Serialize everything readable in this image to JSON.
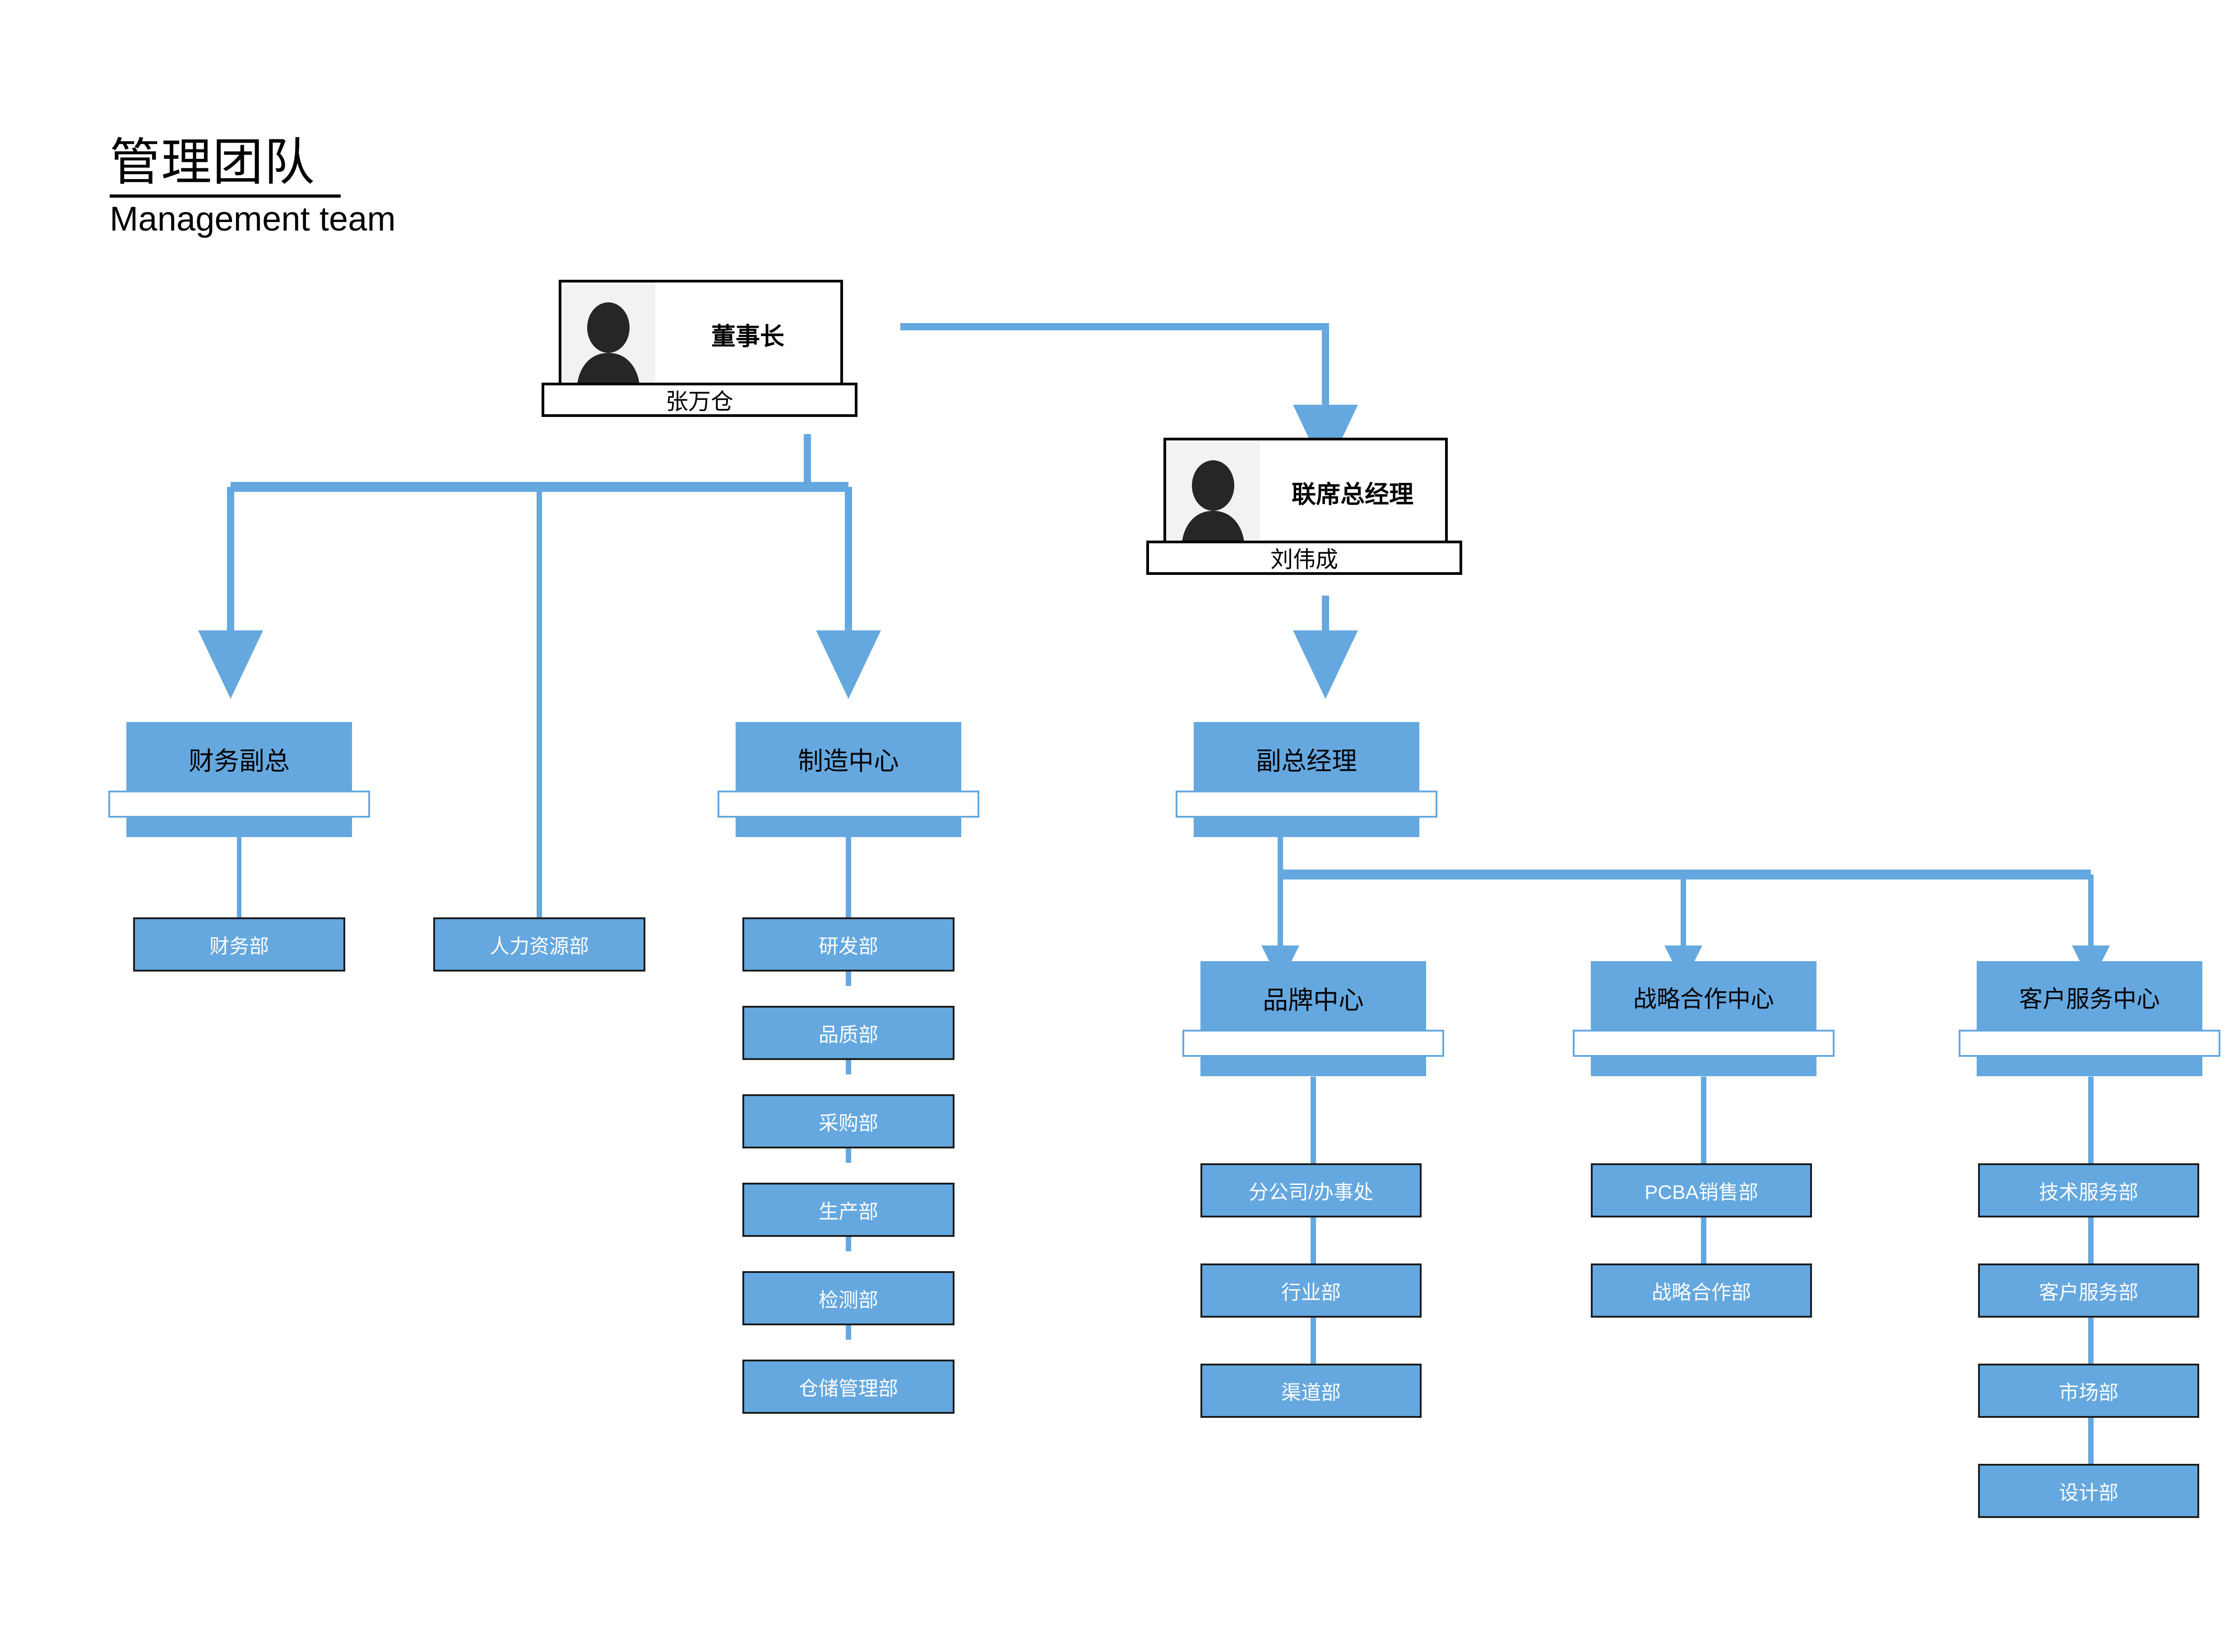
{
  "header": {
    "title_cn": "管理团队",
    "title_en": "Management team"
  },
  "colors": {
    "accent_blue": "#65A8DF",
    "box_border": "#1a1a1a",
    "card_border": "#000000",
    "photo_bg": "#f2f2f2",
    "text_dark": "#000000",
    "text_light": "#ffffff"
  },
  "chart_data": {
    "type": "org-chart",
    "title": "管理团队",
    "subtitle": "Management team",
    "nodes": [
      {
        "id": "chairman",
        "title": "董事长",
        "name": "张万仓",
        "kind": "person"
      },
      {
        "id": "cogm",
        "title": "联席总经理",
        "name": "刘伟成",
        "kind": "person"
      },
      {
        "id": "cfo",
        "title": "财务副总",
        "kind": "center"
      },
      {
        "id": "mfg",
        "title": "制造中心",
        "kind": "center"
      },
      {
        "id": "dgm",
        "title": "副总经理",
        "kind": "center"
      },
      {
        "id": "brand",
        "title": "品牌中心",
        "kind": "center"
      },
      {
        "id": "strategy",
        "title": "战略合作中心",
        "kind": "center"
      },
      {
        "id": "service",
        "title": "客户服务中心",
        "kind": "center"
      },
      {
        "id": "hr",
        "title": "人力资源部",
        "kind": "dept"
      }
    ],
    "edges": [
      {
        "from": "chairman",
        "to": "cogm",
        "arrow": true
      },
      {
        "from": "chairman",
        "to": "cfo",
        "arrow": true
      },
      {
        "from": "chairman",
        "to": "hr",
        "arrow": false
      },
      {
        "from": "chairman",
        "to": "mfg",
        "arrow": true
      },
      {
        "from": "cogm",
        "to": "dgm",
        "arrow": true
      },
      {
        "from": "dgm",
        "to": "brand",
        "arrow": true
      },
      {
        "from": "dgm",
        "to": "strategy",
        "arrow": true
      },
      {
        "from": "dgm",
        "to": "service",
        "arrow": true
      }
    ]
  },
  "executives": [
    {
      "title": "董事长",
      "name": "张万仓",
      "photo_icon": "person-avatar-icon"
    },
    {
      "title": "联席总经理",
      "name": "刘伟成",
      "photo_icon": "person-avatar-icon"
    }
  ],
  "centers": [
    {
      "title": "财务副总"
    },
    {
      "title": "制造中心"
    },
    {
      "title": "副总经理"
    },
    {
      "title": "品牌中心"
    },
    {
      "title": "战略合作中心"
    },
    {
      "title": "客户服务中心"
    }
  ],
  "columns": {
    "finance": {
      "parent": "财务副总",
      "departments": [
        "财务部"
      ]
    },
    "hr": {
      "parent": "董事长",
      "departments": [
        "人力资源部"
      ]
    },
    "manufacturing": {
      "parent": "制造中心",
      "departments": [
        "研发部",
        "品质部",
        "采购部",
        "生产部",
        "检测部",
        "仓储管理部"
      ]
    },
    "brand": {
      "parent": "品牌中心",
      "departments": [
        "分公司/办事处",
        "行业部",
        "渠道部"
      ]
    },
    "strategy": {
      "parent": "战略合作中心",
      "departments": [
        "PCBA销售部",
        "战略合作部"
      ]
    },
    "service": {
      "parent": "客户服务中心",
      "departments": [
        "技术服务部",
        "客户服务部",
        "市场部",
        "设计部"
      ]
    }
  }
}
